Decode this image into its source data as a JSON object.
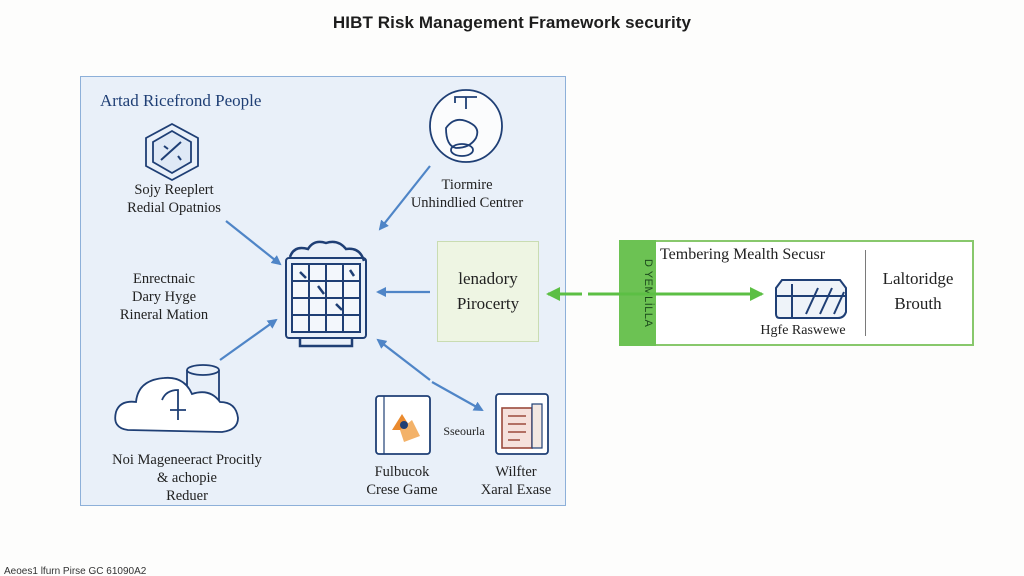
{
  "title": "HIBT Risk Management Framework security",
  "left_panel": {
    "heading": "Artad Ricefrond People",
    "nodes": {
      "top_left": [
        "Sojy Reeplert",
        "Redial Opatnios"
      ],
      "top_right": [
        "Tiormire",
        "Unhindlied Centrer"
      ],
      "mid_left": [
        "Enrectnaic",
        "Dary Hyge",
        "Rineral Mation"
      ],
      "bottom_left": [
        "Noi Mageneeract Procitly",
        "& achopie",
        "Reduer"
      ],
      "bottom_mid": [
        "Fulbucok",
        "Crese Game"
      ],
      "bottom_right": [
        "Wilfter",
        "Xaral Exase"
      ],
      "bottom_mid_tag": "Sseourla"
    }
  },
  "middle_box": [
    "lenadory",
    "Pirocerty"
  ],
  "right_panel": {
    "vertical_label": "D YEMLİLLA",
    "heading": "Tembering Mealth Secusr",
    "sub_label": "Hgfe Raswewe",
    "right_text": [
      "Laltoridge",
      "Brouth"
    ]
  },
  "footer": "Aeoes1 lfurn Pirse GC 61090A2",
  "colors": {
    "panel_fill": "#e9f0f9",
    "panel_border": "#8db0d9",
    "arrow_blue": "#4f85c7",
    "icon_navy": "#1f3f75",
    "green": "#6cc253"
  },
  "icons": {
    "top_left": "hexagon-shield-icon",
    "top_right": "person-circle-icon",
    "center": "server-grid-icon",
    "bottom_left": "cloud-database-icon",
    "bottom_mid": "gaming-book-icon",
    "bottom_right": "document-stack-icon",
    "right_panel": "server-block-icon"
  }
}
